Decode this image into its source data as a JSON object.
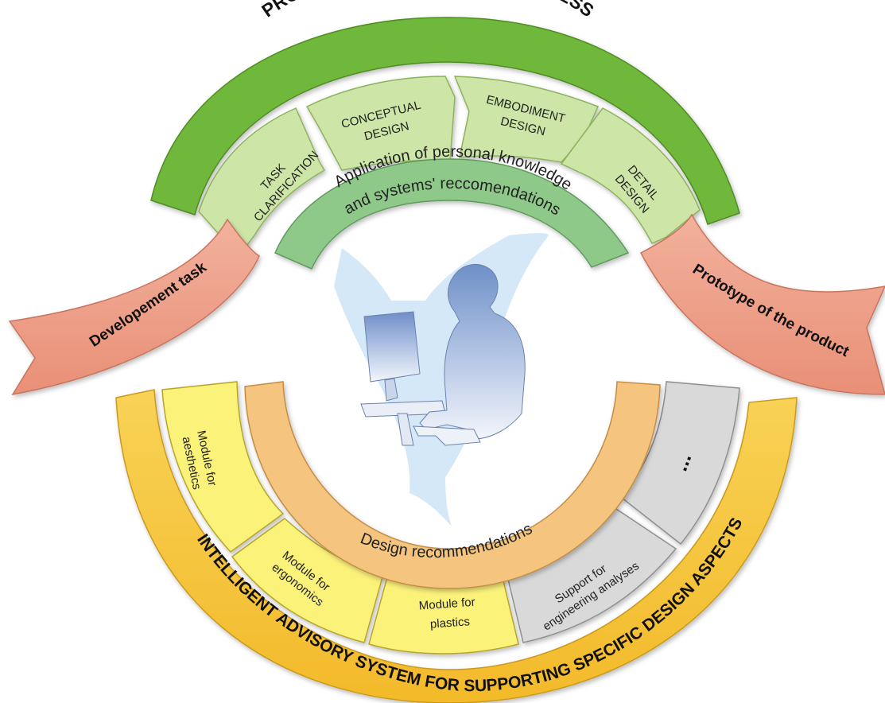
{
  "process": {
    "title": "PRODUCT DEVELOPEMENT PROCESS",
    "stages": {
      "task": [
        "TASK",
        "CLARIFICATION"
      ],
      "conceptual": [
        "CONCEPTUAL",
        "DESIGN"
      ],
      "embodiment": [
        "EMBODIMENT",
        "DESIGN"
      ],
      "detail": [
        "DETAIL",
        "DESIGN"
      ]
    },
    "application": [
      "Application of personal knowledge",
      "and systems' reccomendations"
    ]
  },
  "input_arrow": "Developement task",
  "output_arrow": "Prototype of the product",
  "advisory": {
    "title": "INTELLIGENT ADVISORY SYSTEM FOR SUPPORTING SPECIFIC DESIGN ASPECTS",
    "recommendations": "Design recommendations",
    "modules": {
      "aesthetics": [
        "Module for",
        "aesthetics"
      ],
      "ergonomics": [
        "Module for",
        "ergonomics"
      ],
      "plastics": [
        "Module for",
        "plastics"
      ],
      "engineering": [
        "Support for",
        "engineering analyses"
      ],
      "more": "..."
    }
  },
  "colors": {
    "process_band": "#6fb83a",
    "stage_fill": "#cde6a8",
    "application_band": "#8ec98a",
    "arrow_fill": "#f0a08a",
    "advisory_band": "#f6c53c",
    "module_fill": "#fbf27a",
    "recommendation_band": "#f5c57f",
    "grey_module": "#d9d9d9",
    "person": "#7f9fd0",
    "backdrop": "#cfe6f6"
  }
}
